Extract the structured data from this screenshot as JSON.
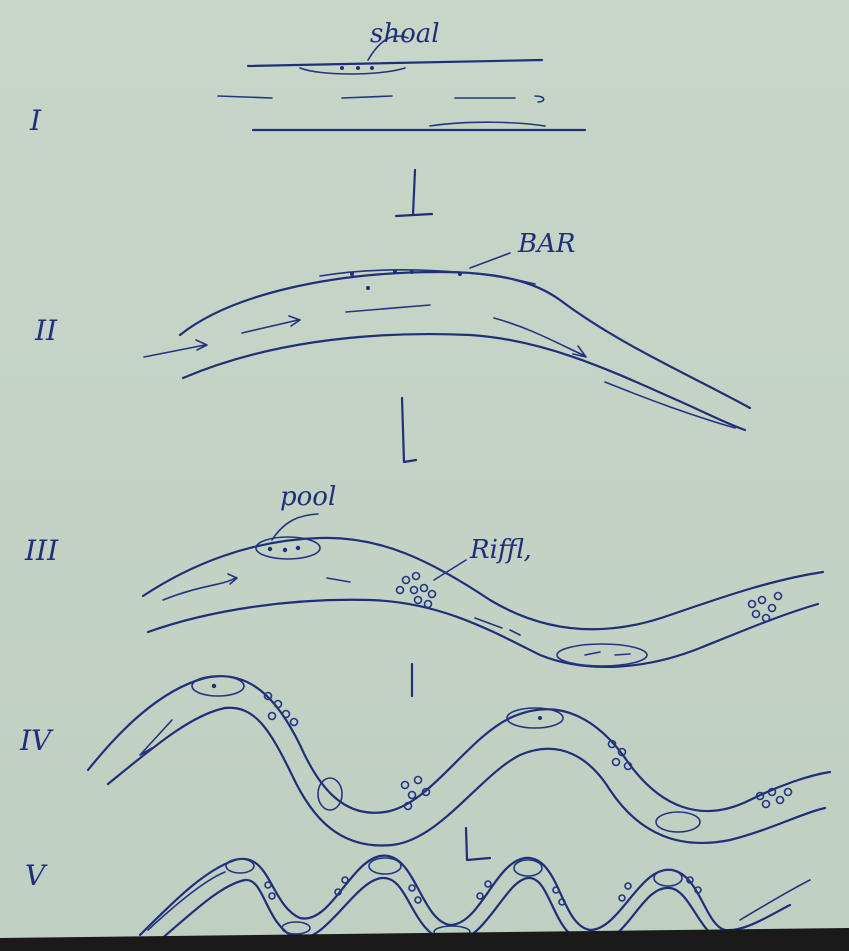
{
  "stages": [
    {
      "id": "stage-1",
      "label": "I"
    },
    {
      "id": "stage-2",
      "label": "II"
    },
    {
      "id": "stage-3",
      "label": "III"
    },
    {
      "id": "stage-4",
      "label": "IV"
    },
    {
      "id": "stage-5",
      "label": "V"
    }
  ],
  "annotations": {
    "stage1": "shoal",
    "stage2": "BAR",
    "stage3_pool": "pool",
    "stage3_riffle": "Riffl,"
  }
}
